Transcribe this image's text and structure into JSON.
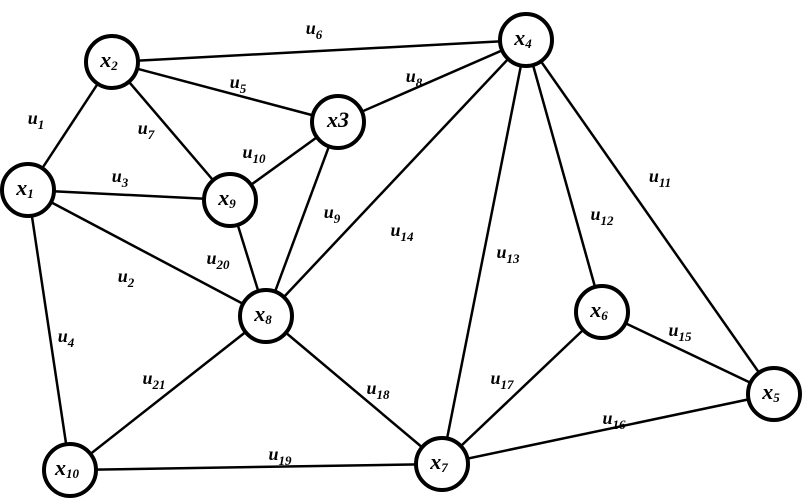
{
  "nodes": [
    {
      "id": "x1",
      "label": "x",
      "sub": "1"
    },
    {
      "id": "x2",
      "label": "x",
      "sub": "2"
    },
    {
      "id": "x3",
      "label": "x3",
      "sub": ""
    },
    {
      "id": "x4",
      "label": "x",
      "sub": "4"
    },
    {
      "id": "x5",
      "label": "x",
      "sub": "5"
    },
    {
      "id": "x6",
      "label": "x",
      "sub": "6"
    },
    {
      "id": "x7",
      "label": "x",
      "sub": "7"
    },
    {
      "id": "x8",
      "label": "x",
      "sub": "8"
    },
    {
      "id": "x9",
      "label": "x",
      "sub": "9"
    },
    {
      "id": "x10",
      "label": "x",
      "sub": "10"
    }
  ],
  "edges": [
    {
      "id": "u1",
      "label": "u",
      "sub": "1",
      "from": "x1",
      "to": "x2"
    },
    {
      "id": "u2",
      "label": "u",
      "sub": "2",
      "from": "x1",
      "to": "x8"
    },
    {
      "id": "u3",
      "label": "u",
      "sub": "3",
      "from": "x1",
      "to": "x9"
    },
    {
      "id": "u4",
      "label": "u",
      "sub": "4",
      "from": "x1",
      "to": "x10"
    },
    {
      "id": "u5",
      "label": "u",
      "sub": "5",
      "from": "x2",
      "to": "x3"
    },
    {
      "id": "u6",
      "label": "u",
      "sub": "6",
      "from": "x2",
      "to": "x4"
    },
    {
      "id": "u7",
      "label": "u",
      "sub": "7",
      "from": "x2",
      "to": "x9"
    },
    {
      "id": "u8",
      "label": "u",
      "sub": "8",
      "from": "x3",
      "to": "x4"
    },
    {
      "id": "u9",
      "label": "u",
      "sub": "9",
      "from": "x3",
      "to": "x8"
    },
    {
      "id": "u10",
      "label": "u",
      "sub": "10",
      "from": "x3",
      "to": "x9"
    },
    {
      "id": "u11",
      "label": "u",
      "sub": "11",
      "from": "x4",
      "to": "x5"
    },
    {
      "id": "u12",
      "label": "u",
      "sub": "12",
      "from": "x4",
      "to": "x6"
    },
    {
      "id": "u13",
      "label": "u",
      "sub": "13",
      "from": "x4",
      "to": "x7"
    },
    {
      "id": "u14",
      "label": "u",
      "sub": "14",
      "from": "x4",
      "to": "x8"
    },
    {
      "id": "u15",
      "label": "u",
      "sub": "15",
      "from": "x6",
      "to": "x5"
    },
    {
      "id": "u16",
      "label": "u",
      "sub": "16",
      "from": "x7",
      "to": "x5"
    },
    {
      "id": "u17",
      "label": "u",
      "sub": "17",
      "from": "x6",
      "to": "x7"
    },
    {
      "id": "u18",
      "label": "u",
      "sub": "18",
      "from": "x8",
      "to": "x7"
    },
    {
      "id": "u19",
      "label": "u",
      "sub": "19",
      "from": "x10",
      "to": "x7"
    },
    {
      "id": "u20",
      "label": "u",
      "sub": "20",
      "from": "x9",
      "to": "x8"
    },
    {
      "id": "u21",
      "label": "u",
      "sub": "21",
      "from": "x8",
      "to": "x10"
    }
  ]
}
